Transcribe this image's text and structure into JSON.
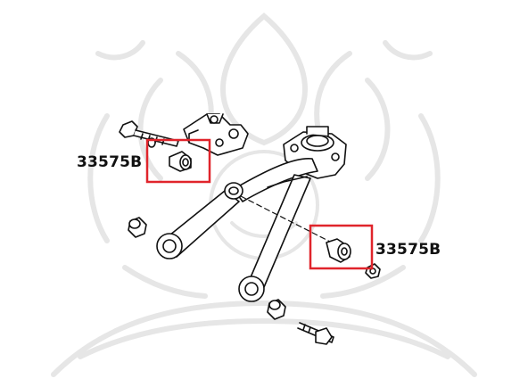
{
  "callouts": [
    {
      "part_number": "33575B",
      "side": "left"
    },
    {
      "part_number": "33575B",
      "side": "right"
    }
  ],
  "colors": {
    "highlight_box": "#e0242b",
    "line_art": "#111111",
    "watermark": "#e6e6e6",
    "background": "#ffffff"
  },
  "watermark": {
    "type": "ornamental emblem",
    "icon": "thai-ornament-watermark"
  }
}
